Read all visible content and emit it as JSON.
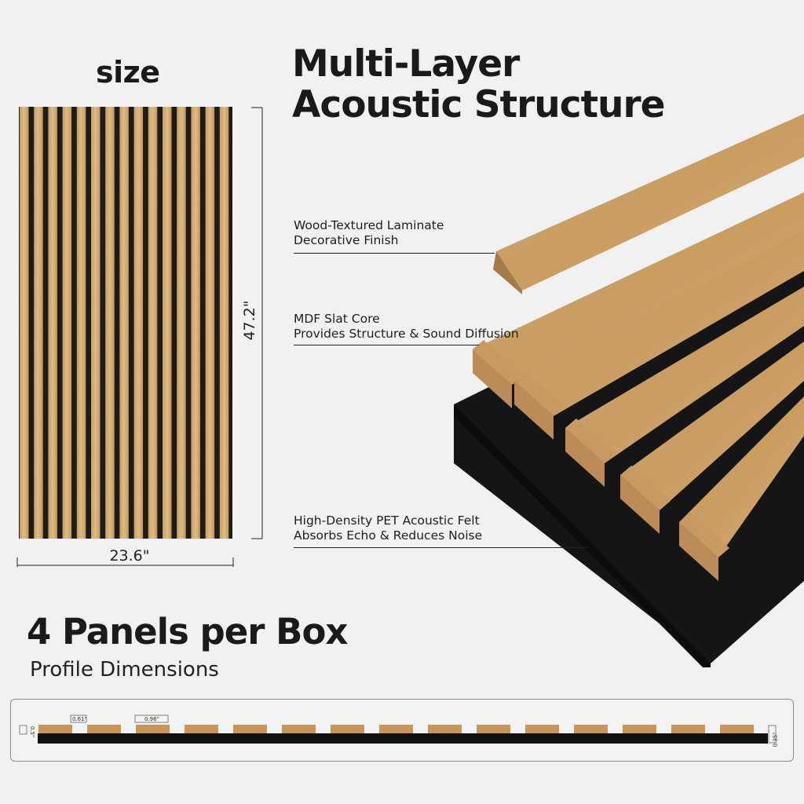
{
  "left_panel": {
    "heading": "size",
    "height_label": "47.2\"",
    "width_label": "23.6\""
  },
  "main_title": {
    "line1": "Multi-Layer",
    "line2": "Acoustic Structure"
  },
  "callouts": [
    {
      "line1": "Wood-Textured Laminate",
      "line2": "Decorative Finish"
    },
    {
      "line1": "MDF Slat Core",
      "line2": "Provides Structure & Sound Diffusion"
    },
    {
      "line1": "High-Density PET Acoustic Felt",
      "line2": "Absorbs Echo & Reduces Noise"
    }
  ],
  "boxes_title": "4 Panels per Box",
  "profile": {
    "title": "Profile Dimensions",
    "slat_width_label": "0.61\"",
    "gap_label": "0.96\"",
    "slat_height_label": "0.5\"",
    "felt_thickness_label": "0.35\""
  },
  "colors": {
    "wood": "#d4ab72",
    "wood_dark": "#b98a52",
    "felt": "#1a1a1a",
    "background": "#f1f1f1"
  }
}
